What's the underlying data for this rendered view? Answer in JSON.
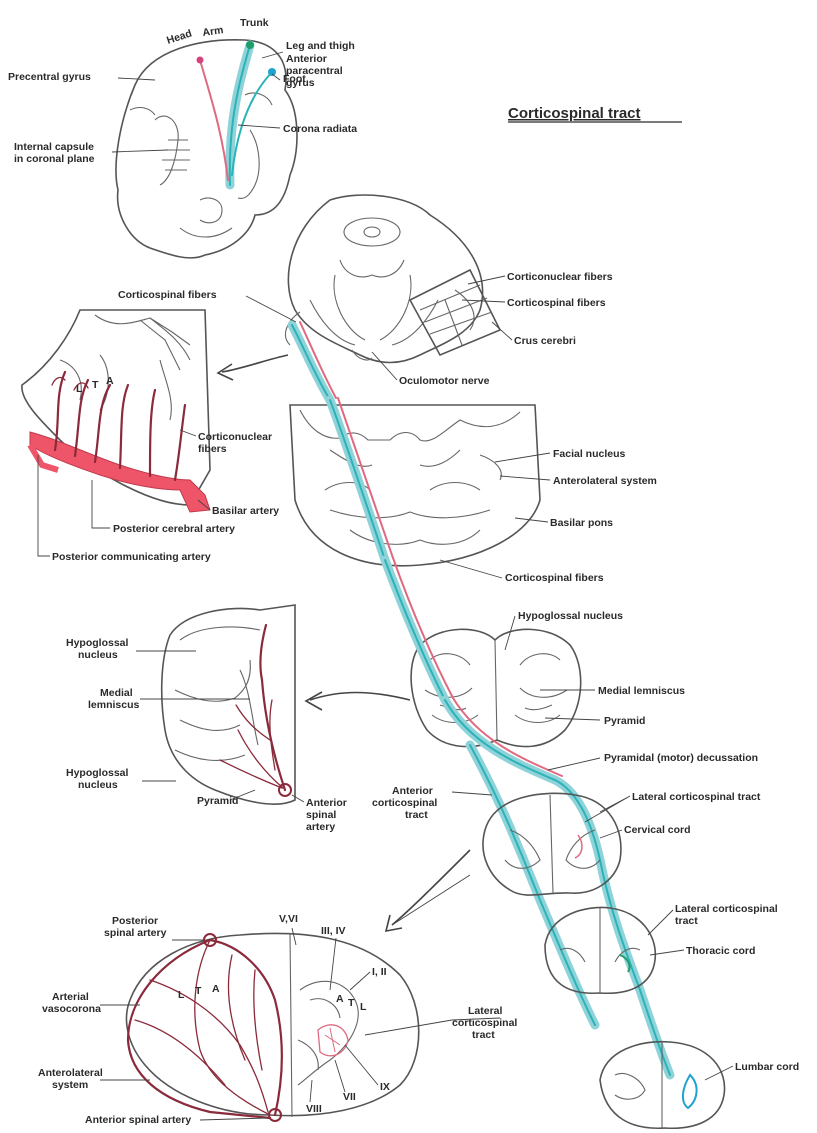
{
  "title": "Corticospinal tract",
  "colors": {
    "tract_cyan": "#2ab3b8",
    "tract_pink": "#e06a80",
    "basilar_red": "#ef5568",
    "artery_dark": "#8b2a3a",
    "outline": "#555555"
  },
  "labels": {
    "head": "Head",
    "arm": "Arm",
    "trunk": "Trunk",
    "leg_thigh": "Leg and thigh",
    "anterior_paracentral": "Anterior paracentral gyrus",
    "foot": "Foot",
    "precentral_gyrus": "Precentral gyrus",
    "internal_capsule": "Internal capsule in coronal plane",
    "corona_radiata": "Corona radiata",
    "corticonuclear_fibers": "Corticonuclear fibers",
    "corticospinal_fibers": "Corticospinal fibers",
    "crus_cerebri": "Crus cerebri",
    "corticospinal_fibers_left": "Corticospinal fibers",
    "oculomotor_nerve": "Oculomotor nerve",
    "corticonuclear_fibers_inset": "Corticonuclear fibers",
    "basilar_artery": "Basilar artery",
    "posterior_cerebral_artery": "Posterior cerebral artery",
    "posterior_communicating_artery": "Posterior communicating artery",
    "facial_nucleus": "Facial nucleus",
    "anterolateral_system": "Anterolateral system",
    "basilar_pons": "Basilar pons",
    "corticospinal_fibers_pons": "Corticospinal fibers",
    "hypoglossal_nucleus_main": "Hypoglossal nucleus",
    "hypoglossal_nucleus_inset_top": "Hypoglossal nucleus",
    "medial_lemniscus_inset": "Medial lemniscus",
    "hypoglossal_nucleus_inset_bottom": "Hypoglossal nucleus",
    "pyramid_inset": "Pyramid",
    "anterior_spinal_artery_inset": "Anterior spinal artery",
    "medial_lemniscus_main": "Medial lemniscus",
    "pyramid_main": "Pyramid",
    "pyramidal_decussation": "Pyramidal (motor) decussation",
    "anterior_corticospinal_tract": "Anterior corticospinal tract",
    "lateral_corticospinal_tract_1": "Lateral corticospinal tract",
    "cervical_cord": "Cervical cord",
    "lateral_corticospinal_tract_2": "Lateral corticospinal tract",
    "thoracic_cord": "Thoracic cord",
    "lumbar_cord": "Lumbar cord",
    "posterior_spinal_artery": "Posterior spinal artery",
    "arterial_vasocorona": "Arterial vasocorona",
    "anterolateral_system_cord": "Anterolateral system",
    "anterior_spinal_artery_cord": "Anterior spinal artery",
    "lamina_v_vi": "V,VI",
    "lamina_iii_iv": "III, IV",
    "lamina_i_ii": "I, II",
    "lamina_vii": "VII",
    "lamina_viii": "VIII",
    "lamina_ix": "IX",
    "lateral_corticospinal_tract_cord": "Lateral corticospinal tract",
    "inset_L": "L",
    "inset_T": "T",
    "inset_A": "A",
    "cord_A": "A",
    "cord_T": "T",
    "cord_L": "L"
  }
}
